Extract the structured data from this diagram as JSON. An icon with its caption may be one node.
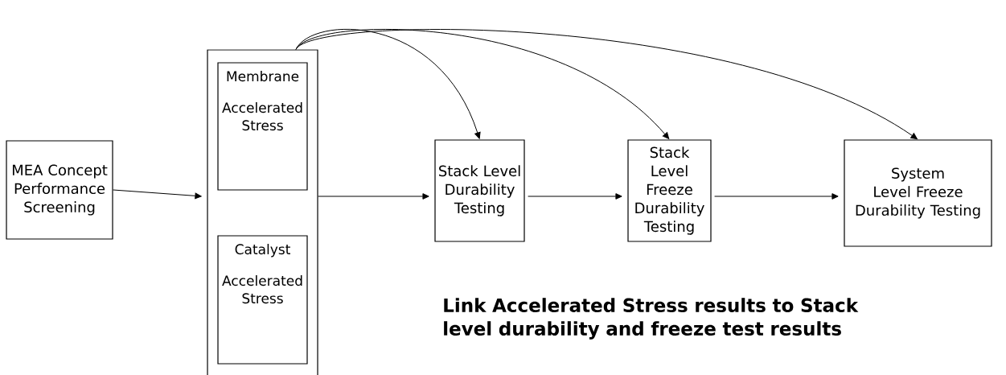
{
  "diagram": {
    "nodes": [
      {
        "text": [
          "MEA Concept Performance Screening"
        ]
      },
      {
        "text": [],
        "shape": "box"
      },
      {
        "text": [
          "Membrane",
          "Accelerated Stress"
        ],
        "in": 1
      },
      {
        "text": [
          "Catalyst",
          "Accelerated Stress"
        ],
        "in": 1
      },
      {
        "text": [
          "Stack Level Durability Testing"
        ]
      },
      {
        "text": [
          "Stack Level Freeze Durability Testing"
        ]
      },
      {
        "text": [
          "System Level Freeze Durability Testing"
        ]
      }
    ],
    "edges": [
      {
        "from": 0,
        "to": 1,
        "arrow": "to"
      },
      {
        "from": 1,
        "to": 4,
        "arrow": "to"
      },
      {
        "from": 4,
        "to": 5,
        "arrow": "to"
      },
      {
        "from": 5,
        "to": 6,
        "arrow": "to"
      },
      {
        "from": 1,
        "to": 4,
        "arrow": "to"
      },
      {
        "from": 1,
        "to": 5,
        "arrow": "to"
      },
      {
        "from": 1,
        "to": 6,
        "arrow": "to"
      }
    ],
    "labels": [
      "Link Accelerated Stress results to Stack level durability and freeze test results"
    ]
  }
}
